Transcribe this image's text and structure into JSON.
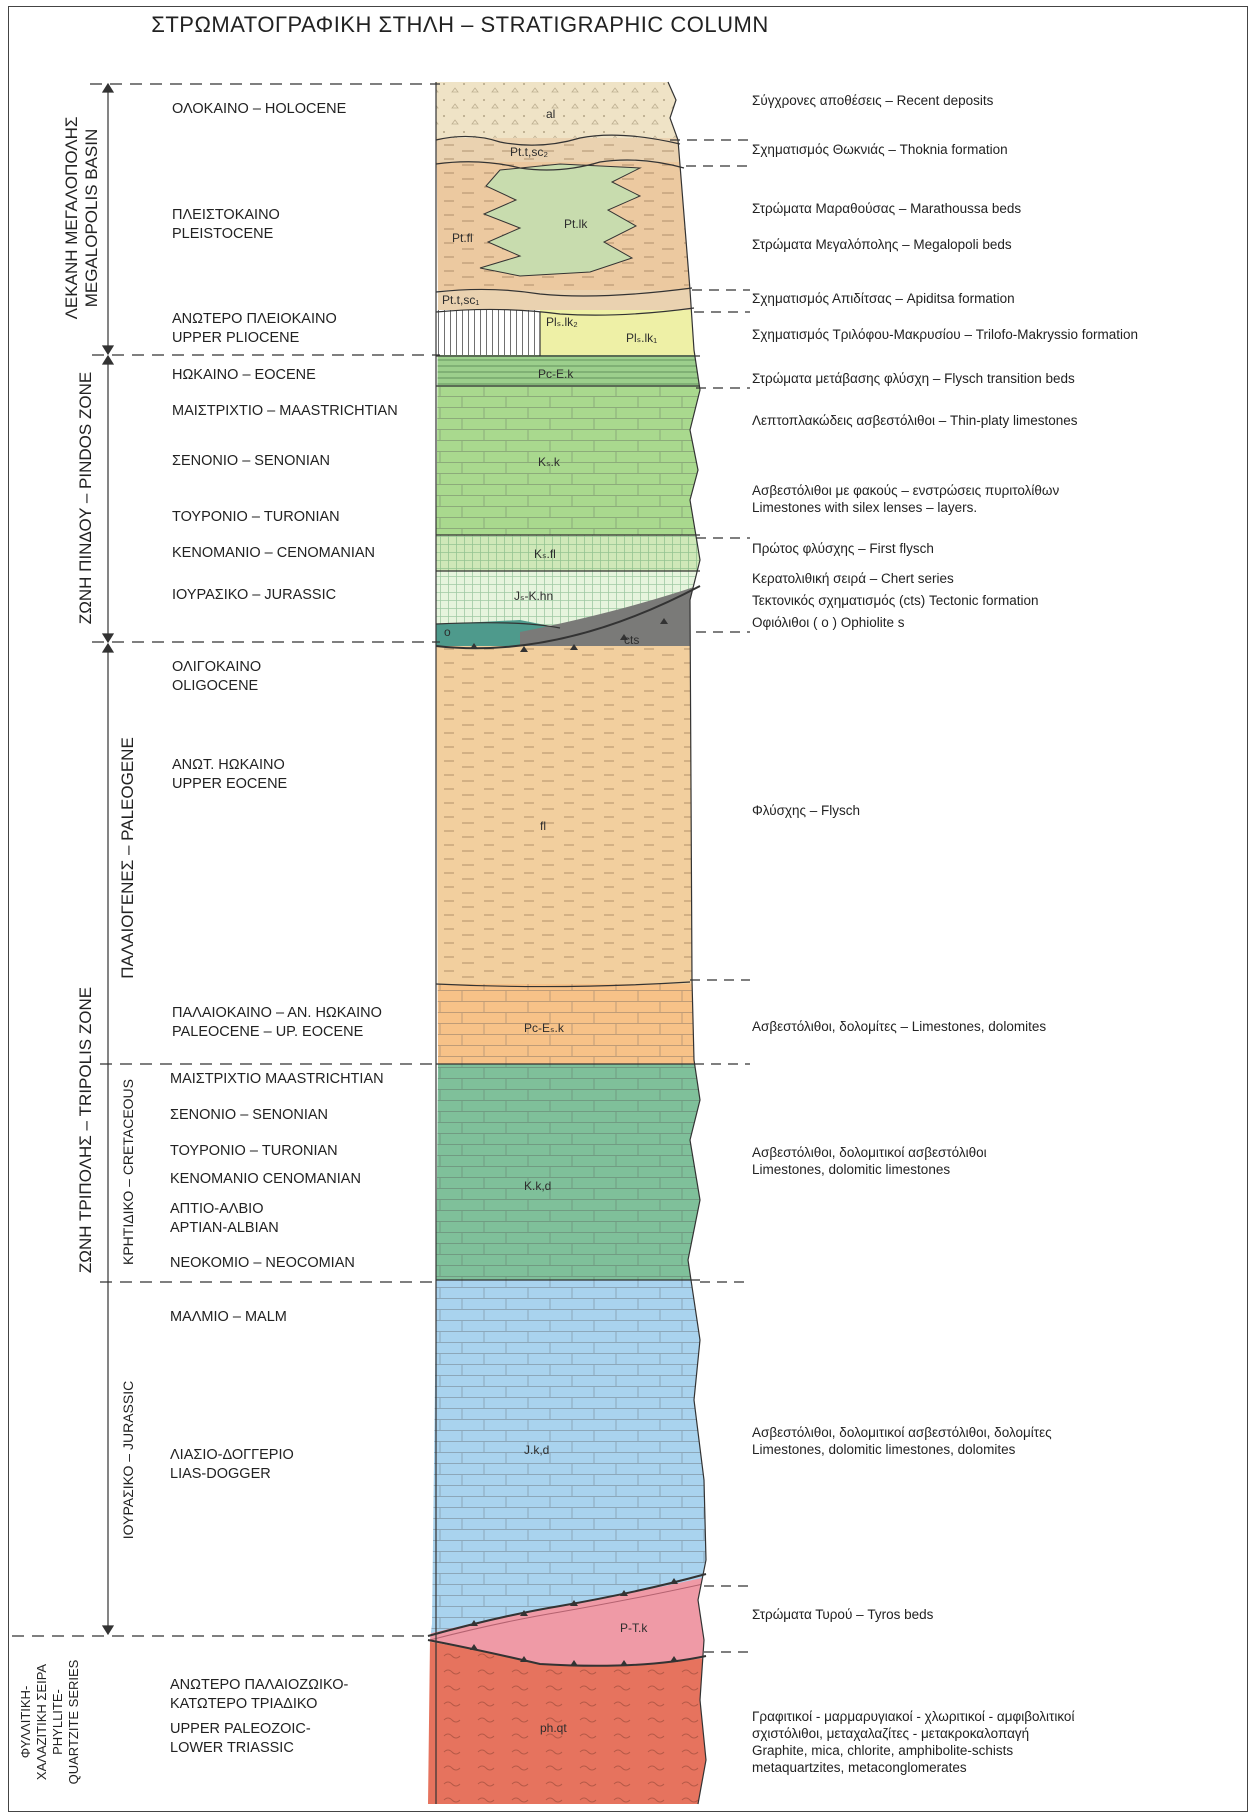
{
  "title": "ΣΤΡΩΜΑΤΟΓΡΑΦΙΚΗ ΣΤΗΛΗ – STRATIGRAPHIC COLUMN",
  "zones": {
    "megalopolis": [
      "ΛΕΚΑΝΗ ΜΕΓΑΛΟΠΟΛΗΣ",
      "MEGALOPOLIS BASIN"
    ],
    "pindos": "ΖΩΝΗ ΠΙΝΔΟΥ – PINDOS ZONE",
    "tripolis": "ΖΩΝΗ ΤΡΙΠΟΛΗΣ – TRIPOLIS ZONE",
    "paleogene": "ΠΑΛΑΙΟΓΕΝΕΣ – PALEOGENE",
    "cretaceous": "ΚΡΗΤΙΔΙΚΟ – CRETACEOUS",
    "jurassic": "ΙΟΥΡΑΣΙΚΟ – JURASSIC",
    "phyllite": [
      "ΦΥΛΛΙΤΙΚΗ-",
      "ΧΑΛΑΖΙΤΙΚΗ ΣΕΙΡΑ",
      "PHYLLITE-",
      "QUARTZITE SERIES"
    ]
  },
  "ages": {
    "holocene": "ΟΛΟΚΑΙΝΟ – HOLOCENE",
    "pleistocene": [
      "ΠΛΕΙΣΤΟΚΑΙΝΟ",
      "PLEISTOCENE"
    ],
    "upper_pliocene": [
      "ΑΝΩΤΕΡΟ ΠΛΕΙΟΚΑΙΝΟ",
      "UPPER PLIOCENE"
    ],
    "eocene": "ΗΩΚΑΙΝΟ – EOCENE",
    "maastrichtian_p": "ΜΑΙΣΤΡΙΧΤΙΟ – MAASTRICHTIAN",
    "senonian_p": "ΣΕΝΟΝΙΟ – SENONIAN",
    "turonian_p": "ΤΟΥΡΟΝΙΟ – TURONIAN",
    "cenomanian_p": "ΚΕΝΟΜΑΝΙΟ – CENOMANIAN",
    "jurassic_p": "ΙΟΥΡΑΣΙΚΟ – JURASSIC",
    "oligocene": [
      "ΟΛΙΓΟΚΑΙΝΟ",
      "OLIGOCENE"
    ],
    "upper_eocene": [
      "ΑΝΩΤ. ΗΩΚΑΙΝΟ",
      "UPPER EOCENE"
    ],
    "paleocene": [
      "ΠΑΛΑΙΟΚΑΙΝΟ – ΑΝ. ΗΩΚΑΙΝΟ",
      "PALEOCENE – UP. EOCENE"
    ],
    "maastrichtian_t": "ΜΑΙΣΤΡΙΧΤΙΟ MAASTRICHTIAN",
    "senonian_t": "ΣΕΝΟΝΙΟ – SENONIAN",
    "turonian_t": "ΤΟΥΡΟΝΙΟ – TURONIAN",
    "cenomanian_t": "ΚΕΝΟΜΑΝΙΟ CENOMANIAN",
    "aptian": [
      "ΑΠΤΙΟ-ΑΛΒΙΟ",
      "APTIAN-ALBIAN"
    ],
    "neocomian": "ΝΕΟΚΟΜΙΟ – NEOCOMIAN",
    "malm": "ΜΑΛΜΙΟ – MALM",
    "lias": [
      "ΛΙΑΣΙΟ-ΔΟΓΓΕΡΙΟ",
      "LIAS-DOGGER"
    ],
    "paleozoic": [
      "ΑΝΩΤΕΡΟ ΠΑΛΑΙΟΖΩΙΚΟ-",
      "ΚΑΤΩΤΕΡΟ ΤΡΙΑΔΙΚΟ",
      "UPPER PALEOZOIC-",
      "LOWER TRIASSIC"
    ]
  },
  "units": {
    "al": "al",
    "pt_t_sc2": "Pt.t,sc₂",
    "pt_fl": "Pt.fl",
    "pt_lk": "Pt.lk",
    "pt_t_sc1": "Pt.t,sc₁",
    "pl_lk2": "Plₛ.lk₂",
    "pl_lk1": "Plₛ.lk₁",
    "pc_e_k_top": "Pc-E.k",
    "ks_k": "Kₛ.k",
    "ks_fl": "Kₛ.fl",
    "js_k_hn": "Jₛ-K.hn",
    "o": "o",
    "cts": "cts",
    "fl": "fl",
    "pc_e_k": "Pc-Eₛ.k",
    "k_k_d": "K.k,d",
    "j_k_d": "J.k,d",
    "p_t_k": "P-T.k",
    "ph_qt": "ph.qt"
  },
  "descriptions": {
    "recent": "Σύγχρονες αποθέσεις – Recent deposits",
    "thoknia": "Σχηματισμός Θωκνιάς – Thoknia formation",
    "marathoussa": "Στρώματα Μαραθούσας – Marathoussa beds",
    "megalopoli": "Στρώματα Μεγαλόπολης – Megalopoli beds",
    "apiditsa": "Σχηματισμός Απιδίτσας – Apiditsa formation",
    "trilofo": "Σχηματισμός Τριλόφου-Μακρυσίου  –  Trilofo-Makryssio formation",
    "flysch_transition": "Στρώματα μετάβασης φλύσχη – Flysch transition beds",
    "thin_platy": "Λεπτοπλακώδεις ασβεστόλιθοι – Thin-platy limestones",
    "silex": [
      "Ασβεστόλιθοι με φακούς – ενστρώσεις πυριτολίθων",
      "Limestones with silex lenses – layers."
    ],
    "first_flysch": "Πρώτος φλύσχης – First flysch",
    "chert": "Κερατολιθική σειρά – Chert series",
    "tectonic": "Τεκτονικός σχηματισμός (cts) Tectonic formation",
    "ophiolites": "Οφιόλιθοι  ( o )  Ophiolite s",
    "flysch": "Φλύσχης  – Flysch",
    "limestones_dolomites": "Ασβεστόλιθοι, δολομίτες  – Limestones, dolomites",
    "dolomitic": [
      "Ασβεστόλιθοι, δολομιτικοί ασβεστόλιθοι",
      "Limestones, dolomitic limestones"
    ],
    "dolomitic2": [
      "Ασβεστόλιθοι, δολομιτικοί ασβεστόλιθοι, δολομίτες",
      "Limestones, dolomitic limestones, dolomites"
    ],
    "tyros": "Στρώματα Τυρού – Tyros beds",
    "phyllite": [
      "Γραφιτικοί - μαρμαρυγιακοί - χλωριτικοί - αμφιβολιτικοί",
      "σχιστόλιθοι, μεταχαλαζίτες - μετακροκαλοπαγή",
      "Graphite, mica, chlorite, amphibolite-schists",
      "metaquartzites, metaconglomerates"
    ]
  },
  "colors": {
    "alluvium": "#efe3c6",
    "pleistocene_sand": "#ecc9a0",
    "lignite_green": "#c8dcae",
    "pliocene_yellow": "#eef0a6",
    "pindos_green": "#a9d98e",
    "pindos_light": "#cfe8b8",
    "chert": "#e6f4dd",
    "ophiolite": "#4e9a8c",
    "cts": "#7a7a78",
    "flysch": "#f2cf9e",
    "tripolis_limestone": "#f7c288",
    "cretaceous": "#7fc09a",
    "jurassic": "#a9d3ee",
    "tyros": "#ef9aa6",
    "phyllite": "#e6735e",
    "line": "#333333"
  }
}
